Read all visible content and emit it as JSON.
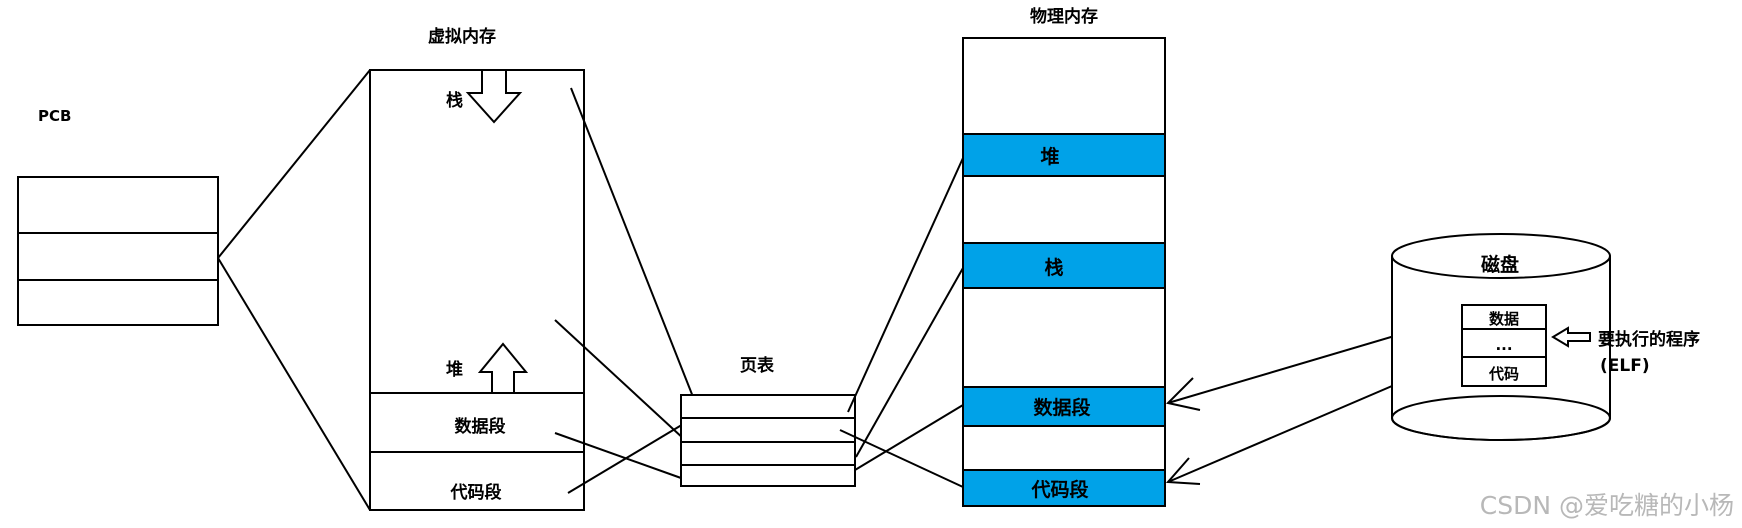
{
  "pcb": {
    "label": "PCB"
  },
  "virtual_memory": {
    "title": "虚拟内存",
    "stack_label": "栈",
    "heap_label": "堆",
    "data_segment_label": "数据段",
    "code_segment_label": "代码段"
  },
  "page_table": {
    "title": "页表"
  },
  "physical_memory": {
    "title": "物理内存",
    "heap_label": "堆",
    "stack_label": "栈",
    "data_segment_label": "数据段",
    "code_segment_label": "代码段",
    "block_color": "#00a2e8"
  },
  "disk": {
    "title": "磁盘",
    "data_label": "数据",
    "ellipsis_label": "...",
    "code_label": "代码",
    "program_label_line1": "要执行的程序",
    "program_label_line2": "(ELF)"
  },
  "watermark": "CSDN @爱吃糖的小杨"
}
